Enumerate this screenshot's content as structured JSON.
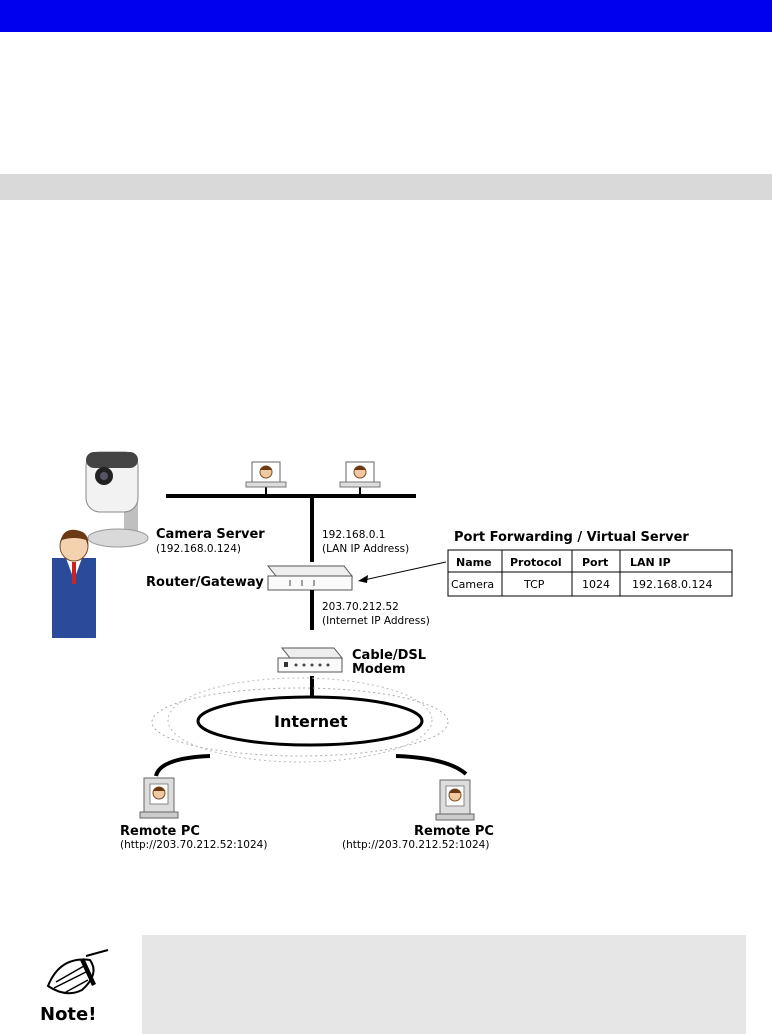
{
  "camera_server": {
    "title": "Camera Server",
    "ip": "(192.168.0.124)"
  },
  "lan": {
    "ip": "192.168.0.1",
    "label": "(LAN IP Address)"
  },
  "router": {
    "label": "Router/Gateway"
  },
  "wan": {
    "ip": "203.70.212.52",
    "label": "(Internet IP Address)"
  },
  "modem": {
    "line1": "Cable/DSL",
    "line2": "Modem"
  },
  "internet": {
    "label": "Internet"
  },
  "remote_pcs": [
    {
      "label": "Remote PC",
      "url": "(http://203.70.212.52:1024)"
    },
    {
      "label": "Remote PC",
      "url": "(http://203.70.212.52:1024)"
    }
  ],
  "port_forwarding": {
    "title": "Port Forwarding / Virtual Server",
    "headers": [
      "Name",
      "Protocol",
      "Port",
      "LAN IP"
    ],
    "row": [
      "Camera",
      "TCP",
      "1024",
      "192.168.0.124"
    ]
  },
  "note": {
    "label": "Note!"
  }
}
